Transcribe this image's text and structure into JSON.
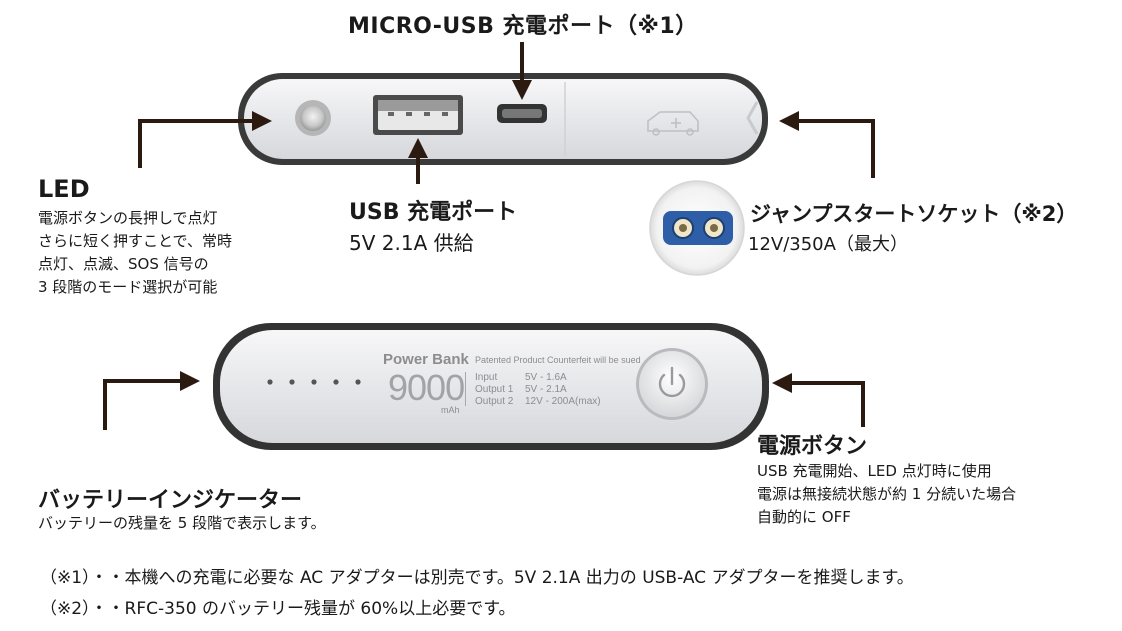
{
  "colors": {
    "arrow": "#2b1a10",
    "device_outline": "#3a3a3a",
    "device_fill": "#ecedef",
    "text": "#1a1a1a"
  },
  "top_port": {
    "title": "MICRO-USB 充電ポート（※1）"
  },
  "led": {
    "title": "LED",
    "lines": [
      "電源ボタンの長押しで点灯",
      "さらに短く押すことで、常時",
      "点灯、点滅、SOS 信号の",
      "3 段階のモード選択が可能"
    ]
  },
  "usb_port": {
    "title": "USB 充電ポート",
    "spec": "5V 2.1A 供給"
  },
  "jump": {
    "title": "ジャンプスタートソケット（※2）",
    "spec": "12V/350A（最大）"
  },
  "device": {
    "brand": "Power Bank",
    "patent": "Patented Product Counterfeit will be sued",
    "capacity": "9000",
    "unit": "mAh",
    "specs": [
      {
        "label": "Input",
        "value": "5V - 1.6A"
      },
      {
        "label": "Output 1",
        "value": "5V - 2.1A"
      },
      {
        "label": "Output 2",
        "value": "12V - 200A(max)"
      }
    ]
  },
  "indicator": {
    "title": "バッテリーインジケーター",
    "desc": "バッテリーの残量を 5 段階で表示します。"
  },
  "power": {
    "title": "電源ボタン",
    "lines": [
      "USB 充電開始、LED 点灯時に使用",
      "電源は無接続状態が約 1 分続いた場合",
      "自動的に OFF"
    ]
  },
  "notes": [
    "（※1）・・本機への充電に必要な AC アダプターは別売です。5V 2.1A 出力の USB-AC アダプターを推奨します。",
    "（※2）・・RFC-350 のバッテリー残量が 60%以上必要です。"
  ]
}
